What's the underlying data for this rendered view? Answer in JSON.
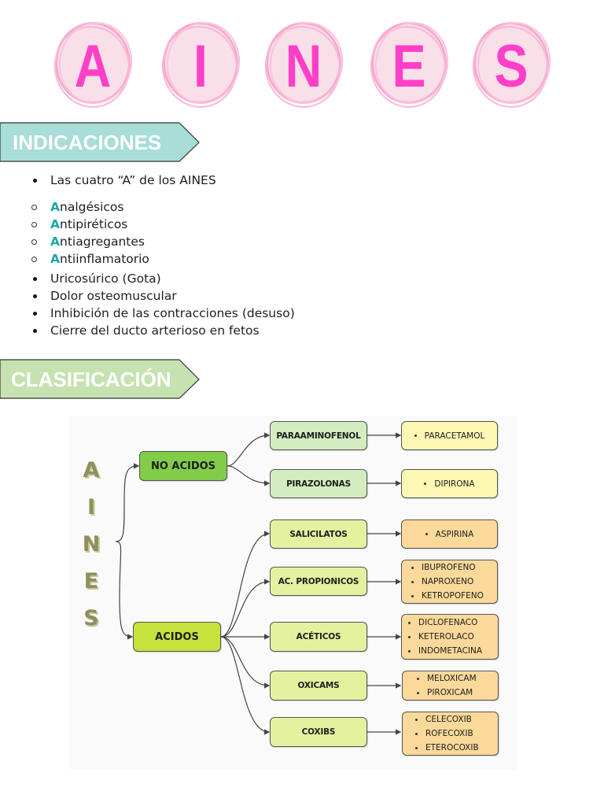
{
  "title": {
    "letters": [
      "A",
      "I",
      "N",
      "E",
      "S"
    ]
  },
  "colors": {
    "title_letter": "#ff3fc7",
    "title_circle_fill": "#f8dfe8",
    "title_circle_stroke": "#f7a9cf",
    "indicaciones_banner": "#a8ddd8",
    "clasificacion_banner": "#c5e2b0",
    "A_highlight": "#1aa7a3",
    "no_acidos_box": "#82cc4a",
    "acidos_box": "#c6e23c",
    "no_acidos_child_box": "#d3edc0",
    "acidos_child_box": "#e4f29f",
    "no_acidos_drug_box": "#fdf7b4",
    "acidos_drug_box": "#fad99a"
  },
  "indicaciones": {
    "heading": "INDICACIONES",
    "intro": "Las cuatro “A” de los AINES",
    "four_a": [
      {
        "first": "A",
        "rest": "nalgésicos"
      },
      {
        "first": "A",
        "rest": "ntipiréticos"
      },
      {
        "first": "A",
        "rest": "ntiagregantes"
      },
      {
        "first": "A",
        "rest": "ntiinflamatorio"
      }
    ],
    "others": [
      "Uricosúrico (Gota)",
      "Dolor osteomuscular",
      "Inhibición de las contracciones (desuso)",
      "Cierre del ducto arterioso en fetos"
    ]
  },
  "clasificacion": {
    "heading": "CLASIFICACIÓN",
    "root_letters": [
      "A",
      "I",
      "N",
      "E",
      "S"
    ],
    "groups": [
      {
        "label": "NO ACIDOS",
        "families": [
          {
            "label": "PARAAMINOFENOL",
            "drugs": [
              "PARACETAMOL"
            ]
          },
          {
            "label": "PIRAZOLONAS",
            "drugs": [
              "DIPIRONA"
            ]
          }
        ]
      },
      {
        "label": "ACIDOS",
        "families": [
          {
            "label": "SALICILATOS",
            "drugs": [
              "ASPIRINA"
            ]
          },
          {
            "label": "AC. PROPIONICOS",
            "drugs": [
              "IBUPROFENO",
              "NAPROXENO",
              "KETROPOFENO"
            ]
          },
          {
            "label": "ACÉTICOS",
            "drugs": [
              "DICLOFENACO",
              "KETEROLACO",
              "INDOMETACINA"
            ]
          },
          {
            "label": "OXICAMS",
            "drugs": [
              "MELOXICAM",
              "PIROXICAM"
            ]
          },
          {
            "label": "COXIBS",
            "drugs": [
              "CELECOXIB",
              "ROFECOXIB",
              "ETEROCOXIB"
            ]
          }
        ]
      }
    ]
  }
}
